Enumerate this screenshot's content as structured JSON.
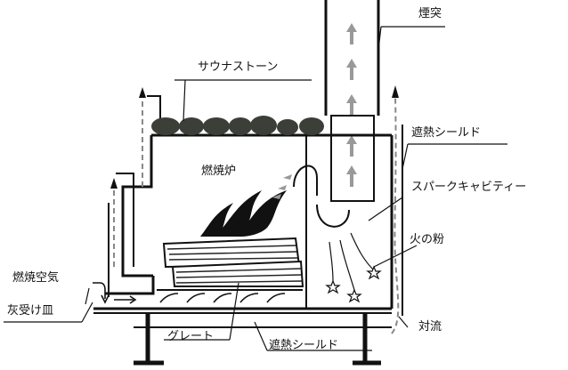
{
  "labels": {
    "chimney": "煙突",
    "sauna_stones": "サウナストーン",
    "heat_shield_right": "遮熱シールド",
    "firebox": "燃焼炉",
    "spark_cavity": "スパークキャビティー",
    "sparks": "火の粉",
    "combustion_air": "燃焼空気",
    "ash_tray": "灰受け皿",
    "grate": "グレート",
    "heat_shield_bottom": "遮熱シールド",
    "convection": "対流"
  },
  "colors": {
    "line": "#111111",
    "stone": "#3b3f38",
    "flame": "#111111",
    "arrow_gray": "#888888",
    "wood_stripe": "#222222"
  },
  "icons": {
    "chimney_arrows": "up-arrow-icon",
    "air_arrows": "curved-arrow-icon",
    "spark_marks": "spark-star-icon",
    "flame": "flame-icon"
  }
}
